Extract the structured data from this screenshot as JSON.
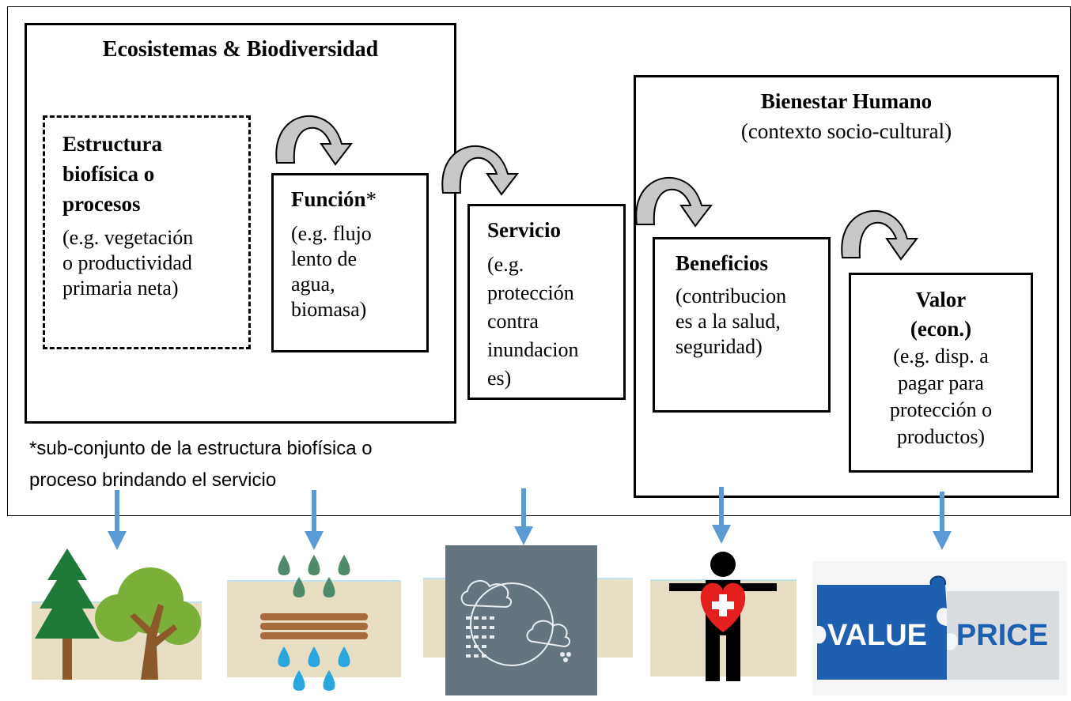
{
  "ecosystems": {
    "title": "Ecosistemas & Biodiversidad",
    "structure": {
      "title_lines": [
        "Estructura",
        "biofísica o",
        "procesos"
      ],
      "desc_lines": [
        "(e.g. vegetación",
        "o productividad",
        "primaria neta)"
      ]
    },
    "function": {
      "title": "Función",
      "mark": "*",
      "desc_lines": [
        "(e.g. flujo",
        "lento de",
        "agua,",
        "biomasa)"
      ]
    }
  },
  "service": {
    "title": "Servicio",
    "desc_lines": [
      "(e.g.",
      "protección",
      "contra",
      "inundacion",
      "es)"
    ]
  },
  "wellbeing": {
    "title": "Bienestar Humano",
    "subtitle": "(contexto socio-cultural)",
    "benefits": {
      "title": "Beneficios",
      "desc_lines": [
        "(contribucion",
        "es a la salud,",
        "seguridad)"
      ]
    },
    "value": {
      "title_lines": [
        "Valor",
        "(econ.)"
      ],
      "desc_lines": [
        "(e.g. disp. a",
        "pagar para",
        "protección o",
        "productos)"
      ]
    }
  },
  "footnote_lines": [
    "*sub-conjunto de la estructura biofísica o",
    "proceso brindando el servicio"
  ],
  "icons": [
    {
      "name": "trees-icon"
    },
    {
      "name": "water-filtration-icon"
    },
    {
      "name": "rain-cloud-icon"
    },
    {
      "name": "person-heart-icon"
    },
    {
      "name": "value-price-puzzle-icon",
      "left_text": "VALUE",
      "right_text": "PRICE"
    }
  ],
  "colors": {
    "arrow_blue": "#5b9bd5",
    "curved_arrow_fill": "#c8c8c8",
    "tree_dark": "#1f7a3a",
    "tree_light": "#7cae3a",
    "trunk": "#8a5a2b",
    "beige_band": "#e8dec3",
    "water_green": "#4f8a6a",
    "water_blue": "#29a6dd",
    "sediment": "#a86b3c",
    "cloud_panel": "#657580",
    "heart_red": "#e3201e",
    "puzzle_blue": "#1f5fb0",
    "puzzle_silver": "#d9dde0"
  }
}
